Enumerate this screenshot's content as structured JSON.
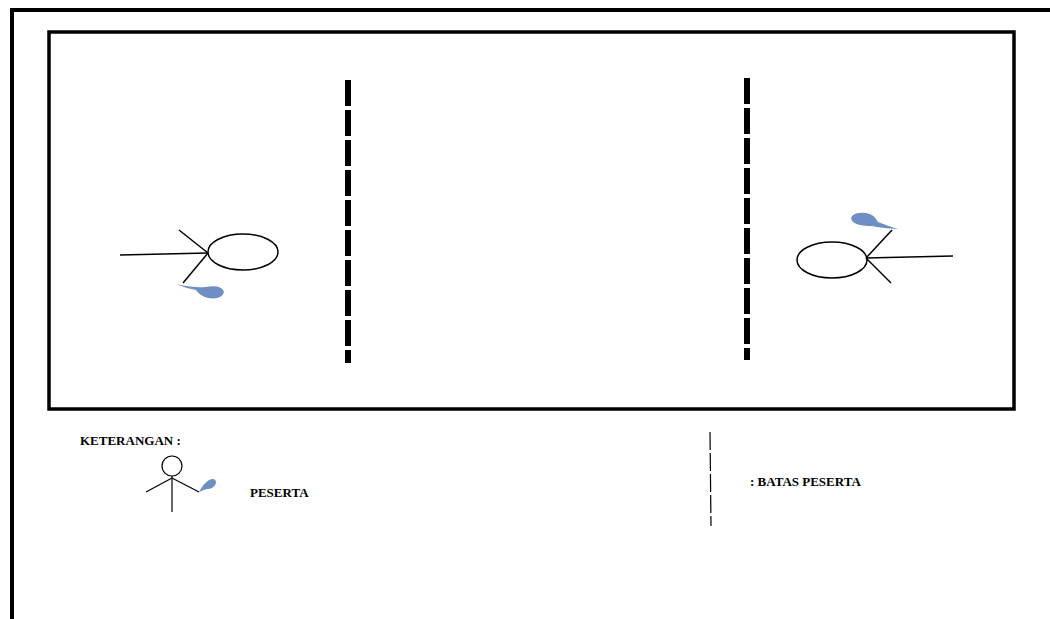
{
  "diagram": {
    "labels": [
      "KETERANGAN :"
    ],
    "legend": [
      {
        "text": "PESERTA"
      },
      {
        "text": ": BATAS PESERTA"
      }
    ]
  }
}
